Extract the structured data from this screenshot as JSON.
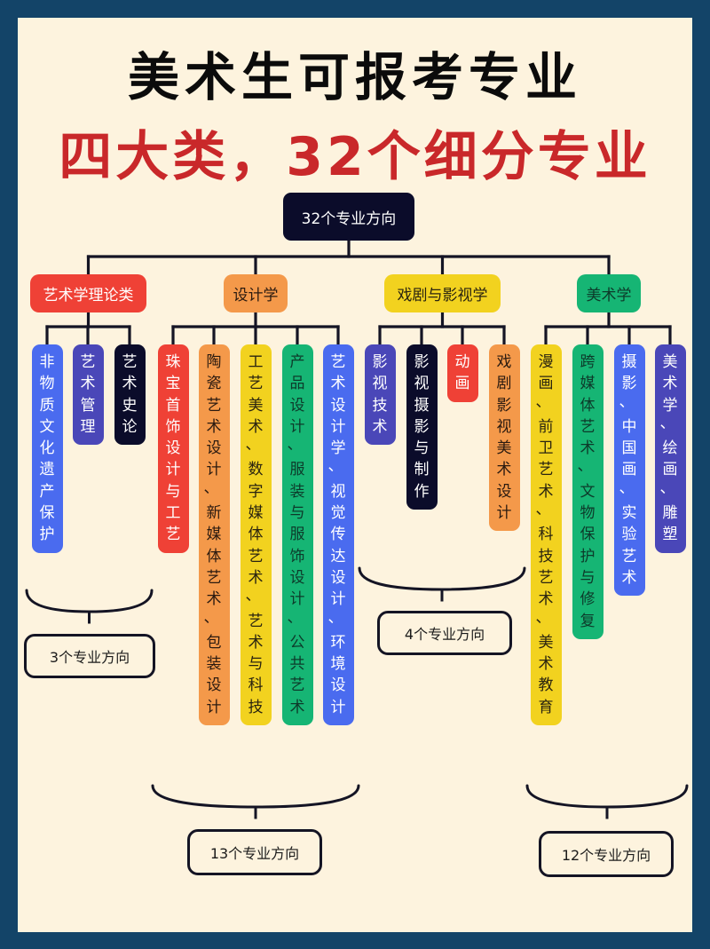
{
  "title": "美术生可报考专业",
  "subtitle": "四大类，32个细分专业",
  "colors": {
    "border": "#134468",
    "panel": "#fdf3de",
    "title": "#0b0b0b",
    "subtitle": "#c9282a",
    "line": "#141424",
    "red": "#ef4136",
    "orange": "#f4994a",
    "yellow": "#f2d21f",
    "green": "#16b574",
    "blue": "#4a6bef",
    "indigo": "#4a47b8",
    "navy": "#0b0c2a"
  },
  "root": {
    "label": "32个专业方向"
  },
  "chart_data": {
    "type": "tree",
    "title": "美术生可报考专业",
    "subtitle": "四大类，32个细分专业",
    "root": "32个专业方向",
    "categories": [
      {
        "name": "艺术学理论类",
        "color": "red",
        "count_label": "3个专业方向",
        "count": 3,
        "majors": [
          {
            "name": "非物质文化遗产保护",
            "color": "blue"
          },
          {
            "name": "艺术管理",
            "color": "indigo"
          },
          {
            "name": "艺术史论",
            "color": "navy"
          }
        ]
      },
      {
        "name": "设计学",
        "color": "orange",
        "count_label": "13个专业方向",
        "count": 13,
        "majors": [
          {
            "name": "珠宝首饰设计与工艺",
            "color": "red"
          },
          {
            "name": "陶瓷艺术设计、新媒体艺术、包装设计",
            "color": "orange"
          },
          {
            "name": "工艺美术、数字媒体艺术、艺术与科技",
            "color": "yellow"
          },
          {
            "name": "产品设计、服装与服饰设计、公共艺术",
            "color": "green"
          },
          {
            "name": "艺术设计学、视觉传达设计、环境设计",
            "color": "blue"
          }
        ]
      },
      {
        "name": "戏剧与影视学",
        "color": "yellow",
        "count_label": "4个专业方向",
        "count": 4,
        "majors": [
          {
            "name": "影视技术",
            "color": "indigo"
          },
          {
            "name": "影视摄影与制作",
            "color": "navy"
          },
          {
            "name": "动画",
            "color": "red"
          },
          {
            "name": "戏剧影视美术设计",
            "color": "orange"
          }
        ]
      },
      {
        "name": "美术学",
        "color": "green",
        "count_label": "12个专业方向",
        "count": 12,
        "majors": [
          {
            "name": "漫画、前卫艺术、科技艺术、美术教育",
            "color": "yellow"
          },
          {
            "name": "跨媒体艺术、文物保护与修复",
            "color": "green"
          },
          {
            "name": "摄影、中国画、实验艺术",
            "color": "blue"
          },
          {
            "name": "美术学、绘画、雕塑",
            "color": "indigo"
          }
        ]
      }
    ]
  }
}
